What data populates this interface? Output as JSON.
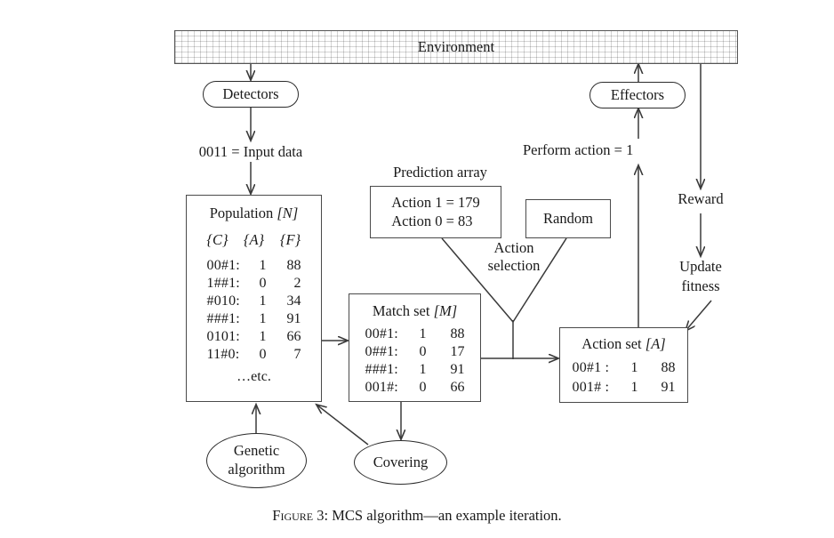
{
  "figure": {
    "caption_prefix": "Figure 3:",
    "caption_text": "MCS algorithm—an example iteration."
  },
  "nodes": {
    "environment": {
      "label": "Environment"
    },
    "detectors": {
      "label": "Detectors"
    },
    "effectors": {
      "label": "Effectors"
    },
    "random": {
      "label": "Random"
    },
    "genetic_algorithm": {
      "line1": "Genetic",
      "line2": "algorithm"
    },
    "covering": {
      "label": "Covering"
    },
    "population": {
      "title_text": "Population ",
      "title_bracket": "[N]",
      "header": {
        "c": "{C}",
        "a": "{A}",
        "f": "{F}"
      },
      "rows": [
        {
          "cond": "00#1:",
          "act": "1",
          "fit": "88"
        },
        {
          "cond": "1##1:",
          "act": "0",
          "fit": "2"
        },
        {
          "cond": "#010:",
          "act": "1",
          "fit": "34"
        },
        {
          "cond": "###1:",
          "act": "1",
          "fit": "91"
        },
        {
          "cond": "0101:",
          "act": "1",
          "fit": "66"
        },
        {
          "cond": "11#0:",
          "act": "0",
          "fit": "7"
        }
      ],
      "footer": "…etc."
    },
    "match_set": {
      "title_text": "Match set ",
      "title_bracket": "[M]",
      "rows": [
        {
          "cond": "00#1:",
          "act": "1",
          "fit": "88"
        },
        {
          "cond": "0##1:",
          "act": "0",
          "fit": "17"
        },
        {
          "cond": "###1:",
          "act": "1",
          "fit": "91"
        },
        {
          "cond": "001#:",
          "act": "0",
          "fit": "66"
        }
      ]
    },
    "action_set": {
      "title_text": "Action set ",
      "title_bracket": "[A]",
      "rows": [
        {
          "cond": "00#1 :",
          "act": "1",
          "fit": "88"
        },
        {
          "cond": "001# :",
          "act": "1",
          "fit": "91"
        }
      ]
    },
    "prediction_array": {
      "heading": "Prediction array",
      "rows": [
        {
          "text": "Action 1 = 179"
        },
        {
          "text": "Action 0 = 83"
        }
      ]
    }
  },
  "labels": {
    "input_data": "0011 = Input data",
    "perform_action": "Perform action = 1",
    "action_selection_line1": "Action",
    "action_selection_line2": "selection",
    "reward": "Reward",
    "update_fitness_line1": "Update",
    "update_fitness_line2": "fitness"
  },
  "colors": {
    "stroke": "#4a4a4a",
    "arrow": "#3a3a3a",
    "text": "#1a1a1a",
    "background": "#ffffff"
  }
}
